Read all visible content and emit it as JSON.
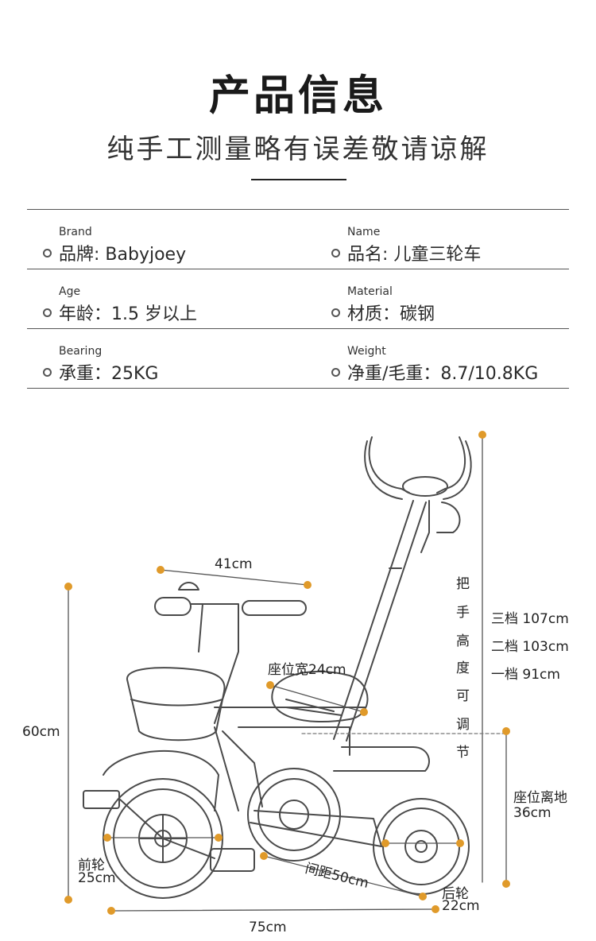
{
  "header": {
    "title": "产品信息",
    "subtitle": "纯手工测量略有误差敬请谅解"
  },
  "specs": [
    {
      "left": {
        "en": "Brand",
        "cn": "品牌: Babyjoey"
      },
      "right": {
        "en": "Name",
        "cn": "品名: 儿童三轮车"
      }
    },
    {
      "left": {
        "en": "Age",
        "cn": "年龄：1.5 岁以上"
      },
      "right": {
        "en": "Material",
        "cn": "材质：碳钢"
      }
    },
    {
      "left": {
        "en": "Bearing",
        "cn": "承重：25KG"
      },
      "right": {
        "en": "Weight",
        "cn": "净重/毛重：8.7/10.8KG"
      }
    }
  ],
  "dimensions": {
    "handlebar_width": "41cm",
    "seat_width": "座位宽24cm",
    "front_height": "60cm",
    "handle_adjust_chars": [
      "把",
      "手",
      "高",
      "度",
      "可",
      "调",
      "节"
    ],
    "handle_levels": [
      "三档 107cm",
      "二档 103cm",
      "一档 91cm"
    ],
    "seat_height_label": "座位离地",
    "seat_height_value": "36cm",
    "front_wheel_label": "前轮",
    "front_wheel_value": "25cm",
    "wheelbase": "间距50cm",
    "rear_wheel_label": "后轮",
    "rear_wheel_value": "22cm",
    "total_length": "75cm"
  },
  "colors": {
    "accent_dot": "#e09a2a",
    "line": "#555555"
  }
}
